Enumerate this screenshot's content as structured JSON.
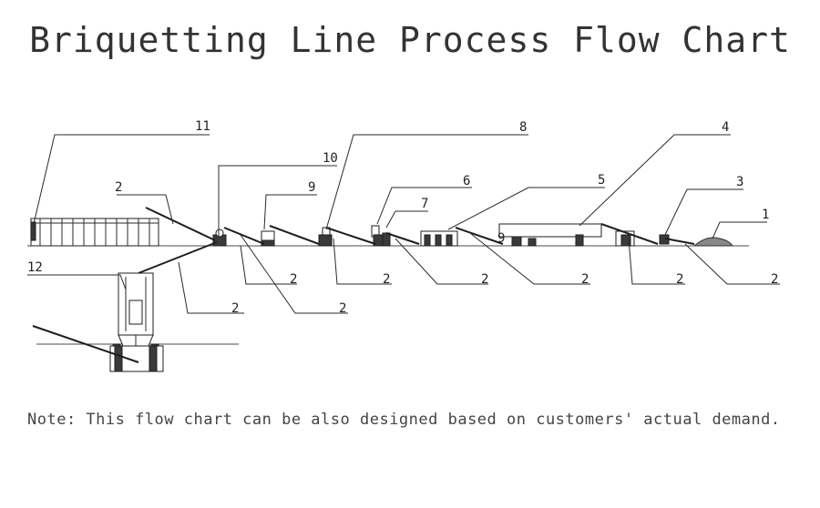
{
  "title": "Briquetting Line Process Flow Chart",
  "note": "Note: This flow chart can be also designed based on customers' actual demand.",
  "callouts": {
    "c1": "1",
    "c2": "2",
    "c3": "3",
    "c4": "4",
    "c5": "5",
    "c6": "6",
    "c7": "7",
    "c8": "8",
    "c9": "9",
    "c10": "10",
    "c11": "11",
    "c12": "12"
  }
}
